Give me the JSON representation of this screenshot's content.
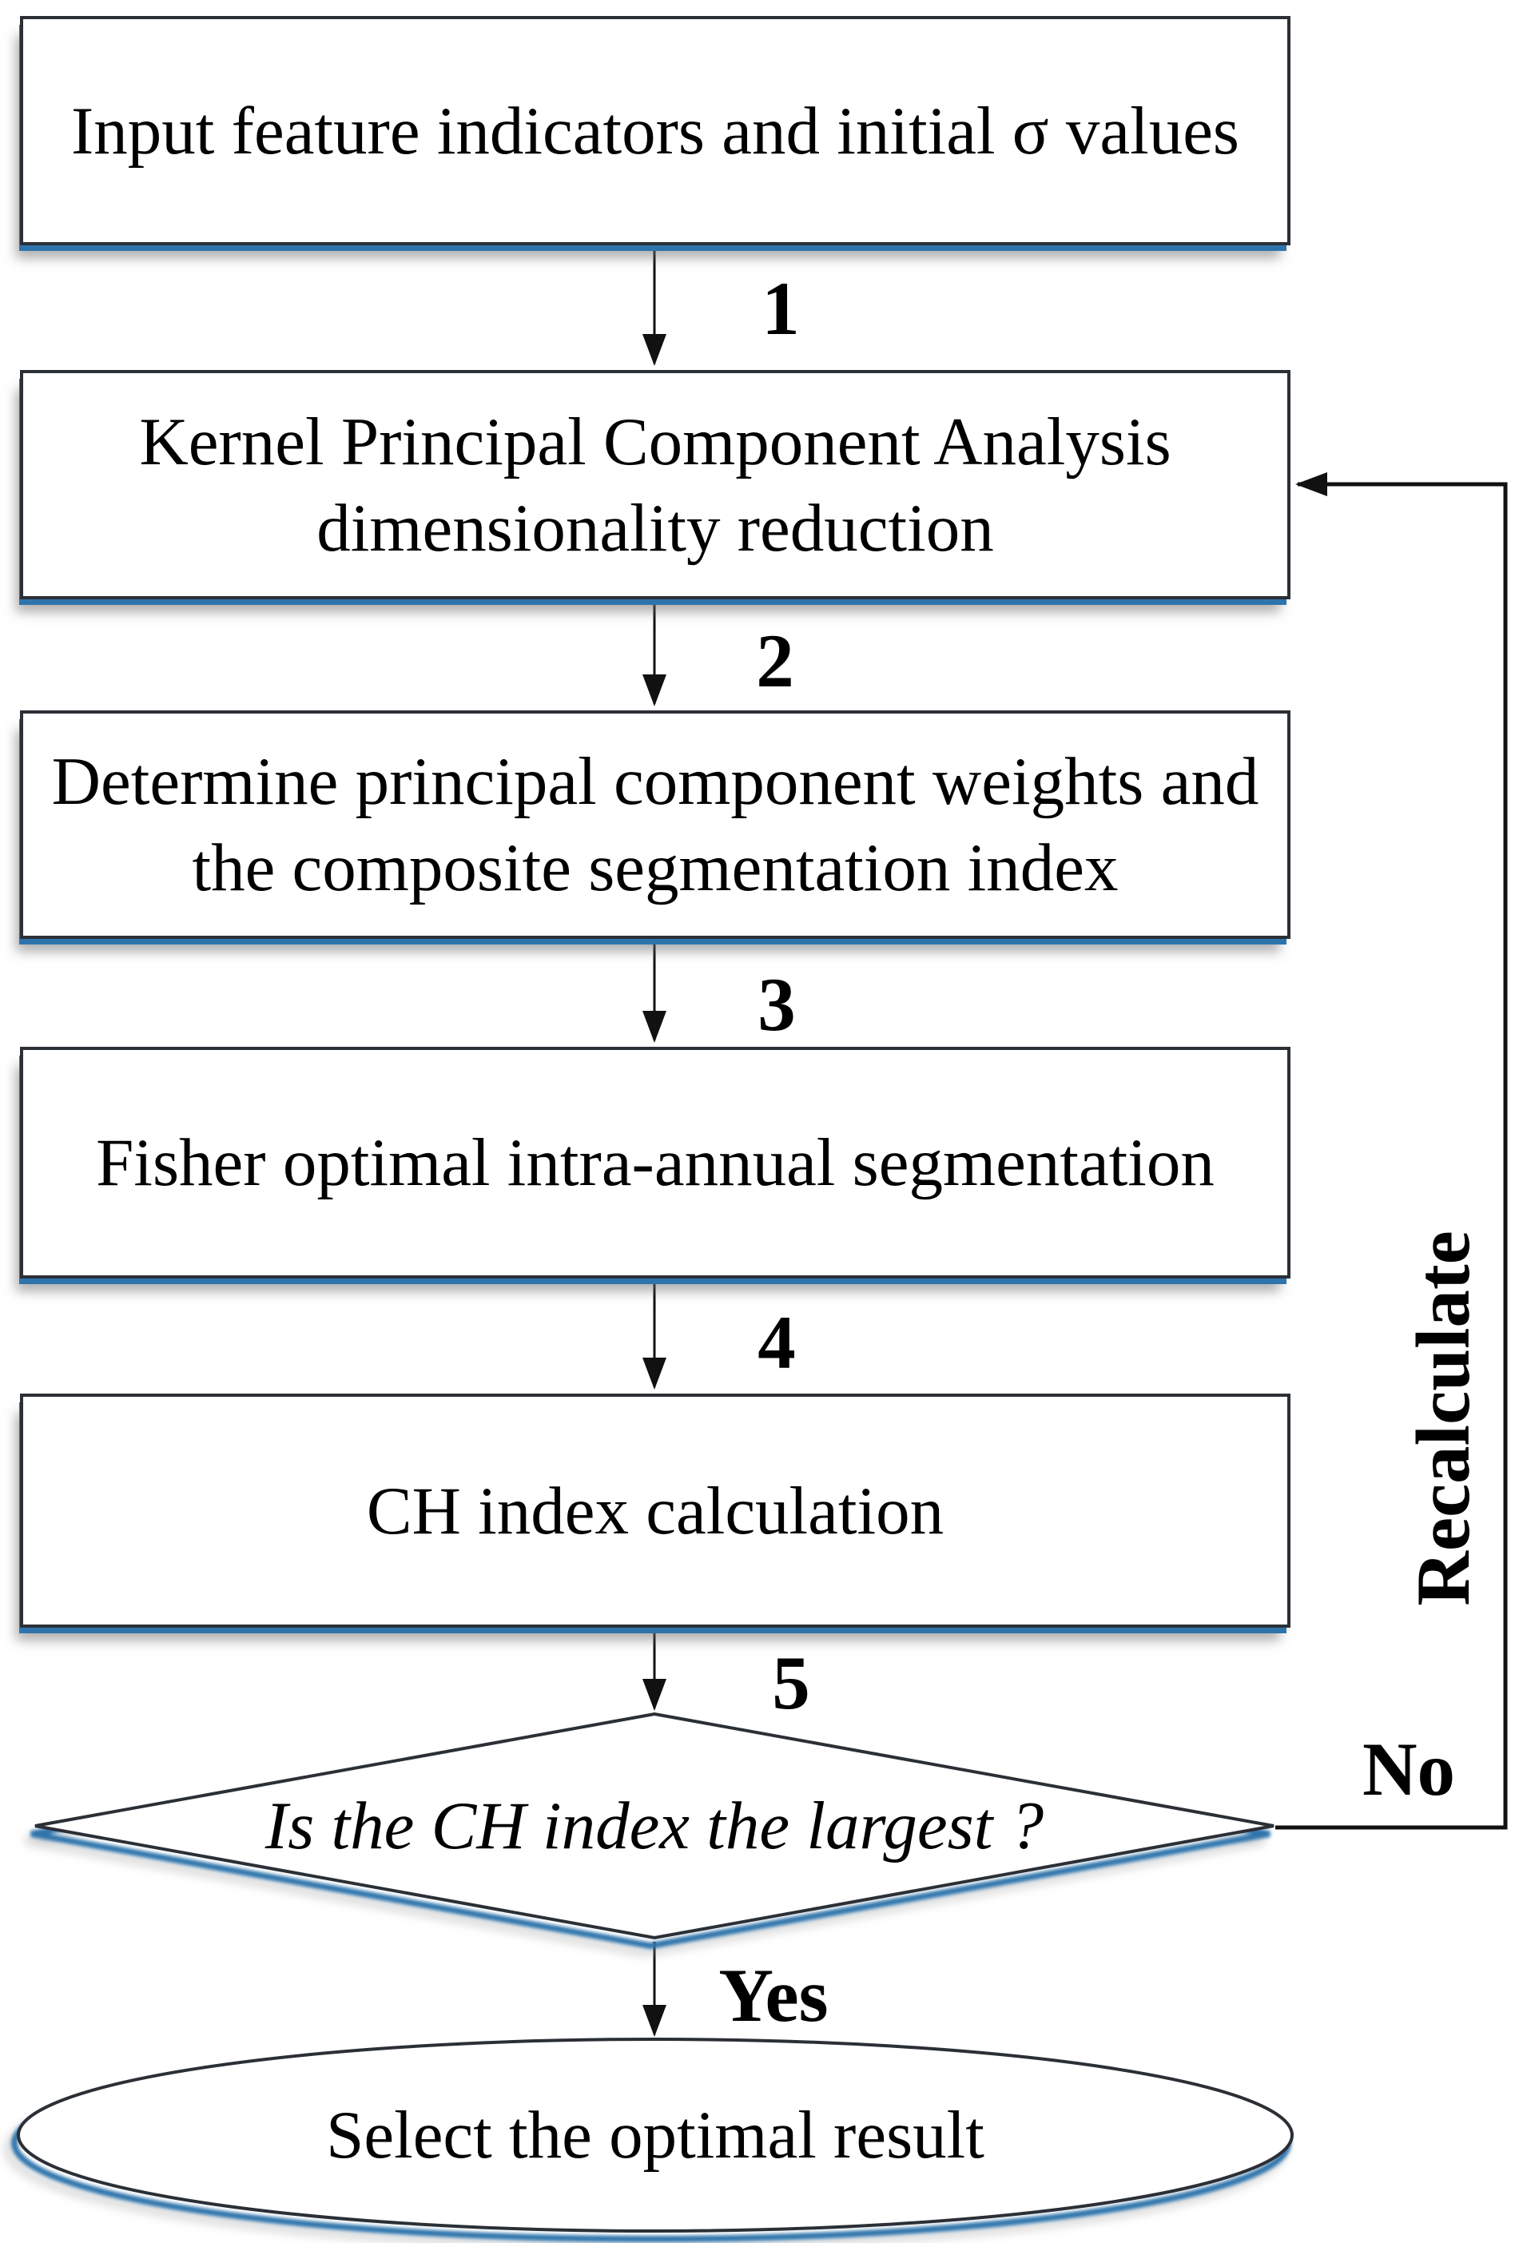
{
  "diagram_type": "flowchart",
  "colors": {
    "background": "#ffffff",
    "node_fill": "#ffffff",
    "node_border": "#2b2f36",
    "shadow_blue": "#2e74ac",
    "connector": "#111111",
    "text": "#000000"
  },
  "nodes": {
    "input": {
      "shape": "rectangle",
      "lines": [
        "Input feature indicators and initial σ values"
      ]
    },
    "kpca": {
      "shape": "rectangle",
      "lines": [
        "Kernel Principal Component Analysis",
        "dimensionality reduction"
      ]
    },
    "weights": {
      "shape": "rectangle",
      "lines": [
        "Determine principal component weights and",
        "the composite segmentation index"
      ]
    },
    "fisher": {
      "shape": "rectangle",
      "lines": [
        "Fisher optimal intra-annual segmentation"
      ]
    },
    "ch": {
      "shape": "rectangle",
      "lines": [
        "CH index calculation"
      ]
    },
    "decision": {
      "shape": "diamond",
      "lines": [
        "Is the CH index the largest ?"
      ]
    },
    "result": {
      "shape": "ellipse",
      "lines": [
        "Select the optimal result"
      ]
    }
  },
  "labels": {
    "step1": "1",
    "step2": "2",
    "step3": "3",
    "step4": "4",
    "step5": "5",
    "yes": "Yes",
    "no": "No",
    "recalculate": "Recalculate"
  }
}
